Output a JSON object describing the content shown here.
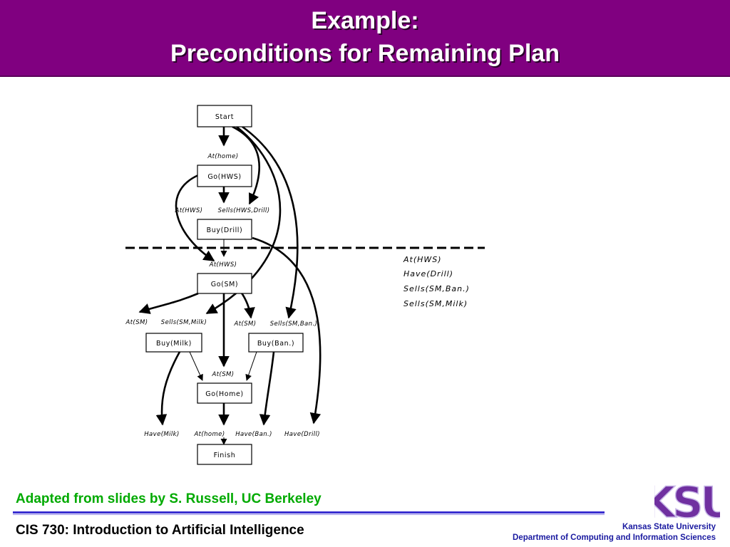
{
  "header": {
    "title_line1": "Example:",
    "title_line2": "Preconditions for Remaining Plan",
    "background_color": "#800080"
  },
  "diagram": {
    "nodes": {
      "start": "Start",
      "go_hws": "Go(HWS)",
      "buy_drill": "Buy(Drill)",
      "go_sm": "Go(SM)",
      "buy_milk": "Buy(Milk)",
      "buy_ban": "Buy(Ban.)",
      "go_home": "Go(Home)",
      "finish": "Finish"
    },
    "conditions": {
      "at_home_1": "At(home)",
      "at_hws_1": "At(HWS)",
      "sells_hws_drill": "Sells(HWS,Drill)",
      "at_hws_2": "At(HWS)",
      "at_sm_1": "At(SM)",
      "sells_sm_milk": "Sells(SM,Milk)",
      "at_sm_2": "At(SM)",
      "sells_sm_ban": "Sells(SM,Ban.)",
      "at_sm_3": "At(SM)",
      "have_milk": "Have(Milk)",
      "at_home_2": "At(home)",
      "have_ban": "Have(Ban.)",
      "have_drill": "Have(Drill)"
    },
    "remaining_preconditions": [
      "At(HWS)",
      "Have(Drill)",
      "Sells(SM,Ban.)",
      "Sells(SM,Milk)"
    ]
  },
  "footer": {
    "credit": "Adapted from slides by S. Russell, UC Berkeley",
    "course": "CIS 730: Introduction to Artificial Intelligence",
    "university": "Kansas State University",
    "department": "Department of Computing and Information Sciences",
    "logo_text": "KSU",
    "credit_color": "#00aa00",
    "logo_color": "#7030a0"
  }
}
